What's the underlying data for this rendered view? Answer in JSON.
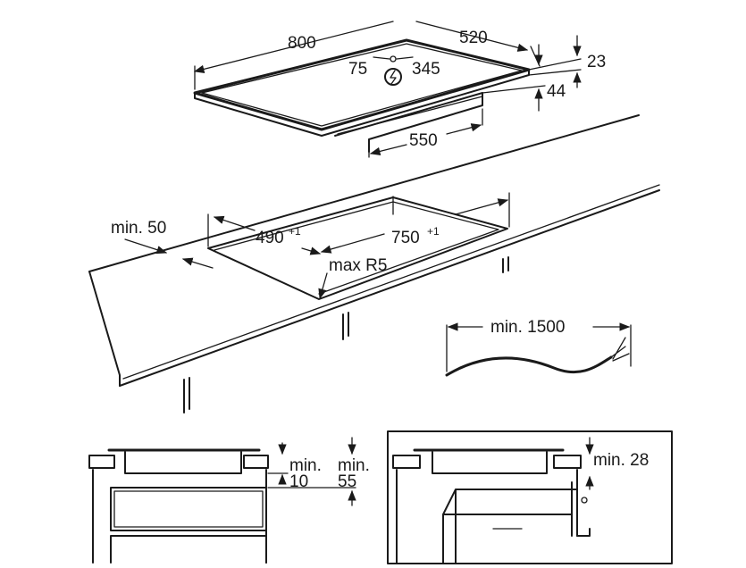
{
  "hob": {
    "width": "800",
    "depth": "520",
    "conn_left": "75",
    "conn_right": "345",
    "frame_height": "23",
    "total_height": "44",
    "base_width": "550"
  },
  "cutout": {
    "edge_distance": "min. 50",
    "depth": "490",
    "depth_tol": "+1",
    "width": "750",
    "width_tol": "+1",
    "corner_radius": "max R5"
  },
  "cable": {
    "length": "min. 1500"
  },
  "install_drawer": {
    "gap_top_label": "min.",
    "gap_top_value": "10",
    "gap_side_label": "min.",
    "gap_side_value": "55"
  },
  "install_oven": {
    "gap": "min. 28"
  },
  "icons": [
    "power-symbol-icon"
  ]
}
